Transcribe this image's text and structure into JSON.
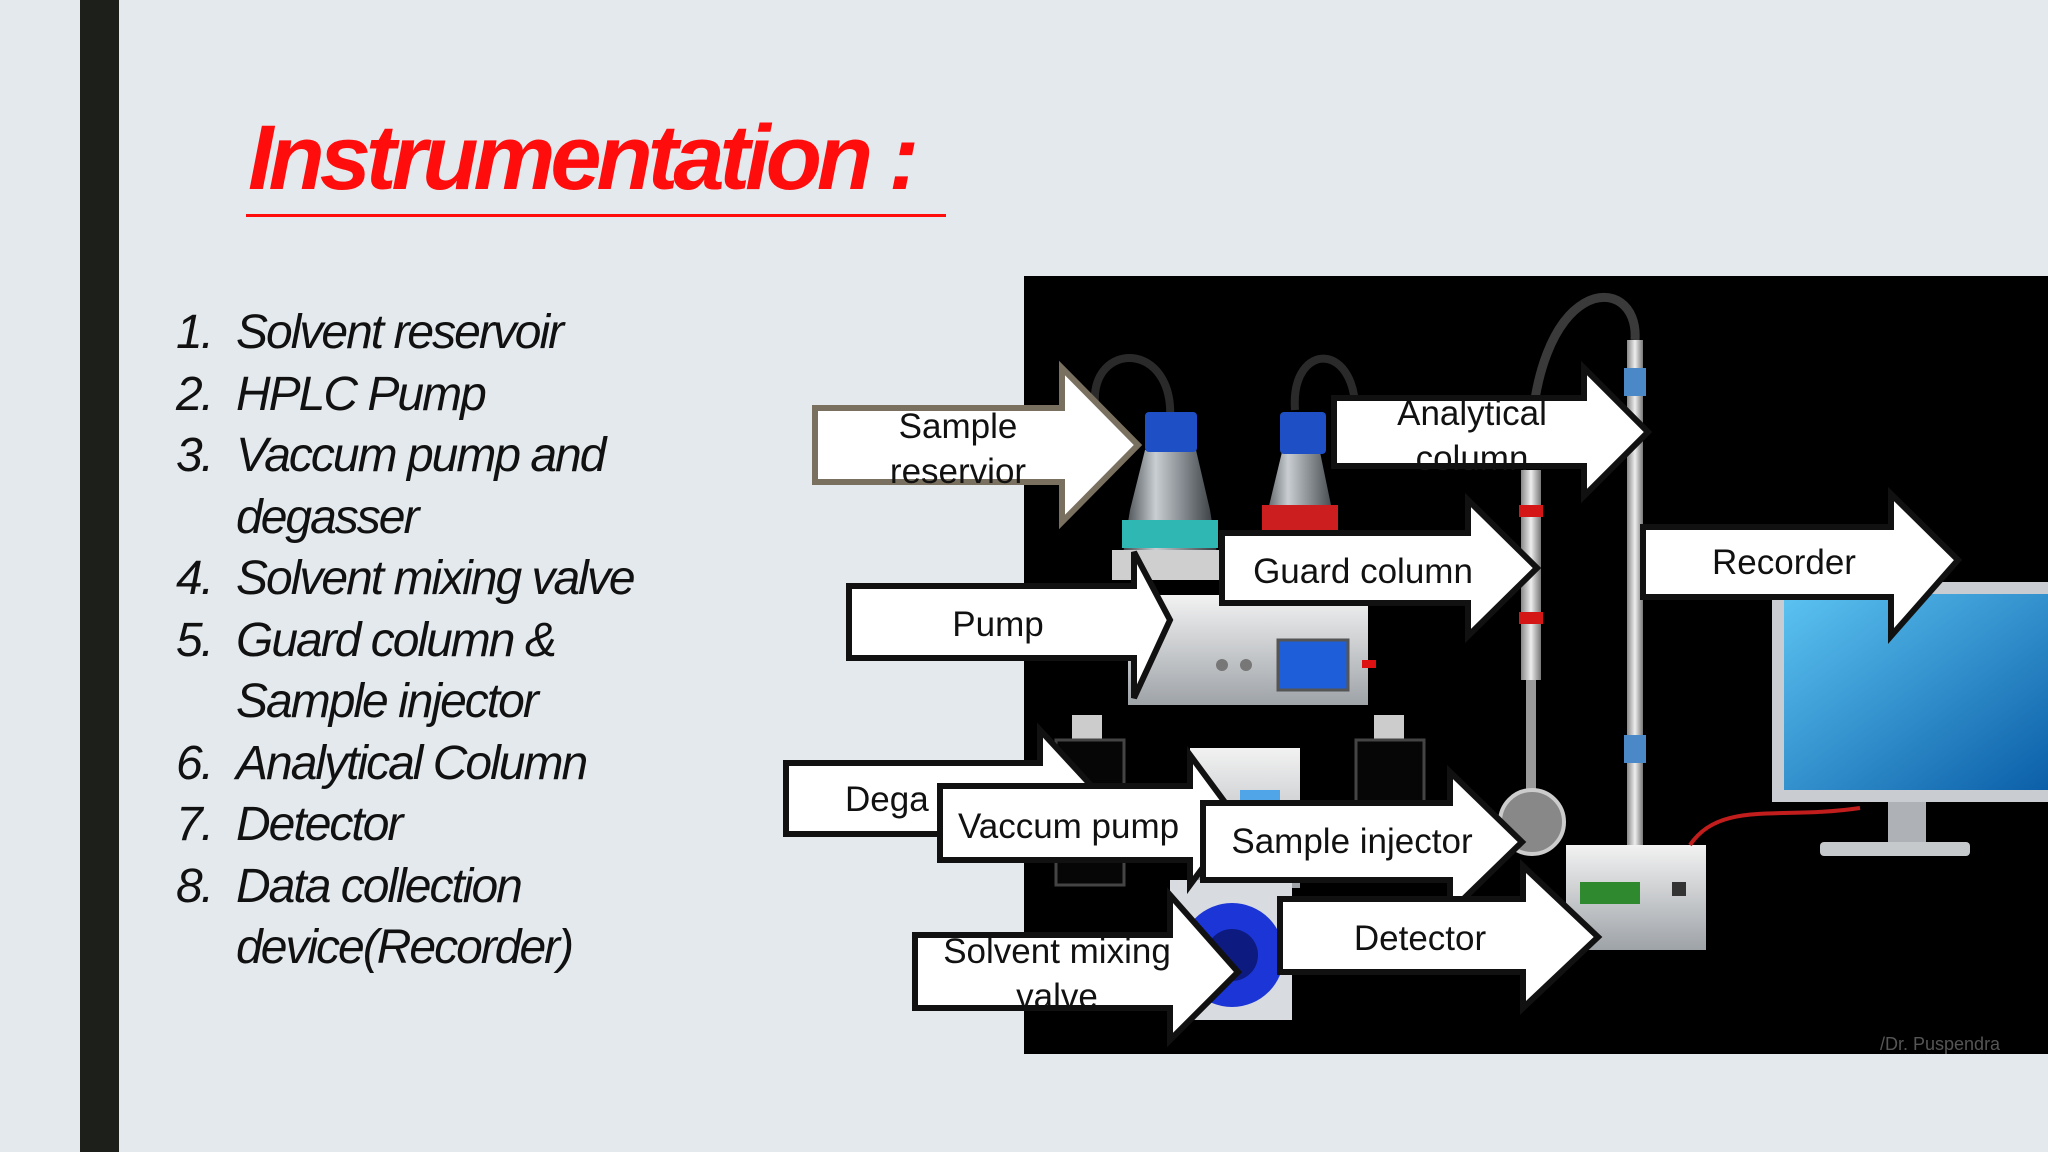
{
  "title": "Instrumentation :",
  "components": [
    {
      "number": "1.",
      "lines": [
        "Solvent reservoir"
      ]
    },
    {
      "number": "2.",
      "lines": [
        "HPLC Pump"
      ]
    },
    {
      "number": "3.",
      "lines": [
        "Vaccum pump and",
        "degasser"
      ]
    },
    {
      "number": "4.",
      "lines": [
        "Solvent mixing valve"
      ]
    },
    {
      "number": "5.",
      "lines": [
        "Guard column &",
        "Sample injector"
      ]
    },
    {
      "number": "6.",
      "lines": [
        "Analytical Column"
      ]
    },
    {
      "number": "7.",
      "lines": [
        "Detector"
      ]
    },
    {
      "number": "8.",
      "lines": [
        "Data collection",
        "device(Recorder)"
      ]
    }
  ],
  "diagram": {
    "labels": {
      "sample_reservior": [
        "Sample",
        "reservior"
      ],
      "analytical_column": [
        "Analytical",
        "column"
      ],
      "guard_column": [
        "Guard column"
      ],
      "recorder": [
        "Recorder"
      ],
      "pump": [
        "Pump"
      ],
      "degasser": [
        "Dega"
      ],
      "vaccum_pump": [
        "Vaccum pump"
      ],
      "sample_injector": [
        "Sample injector"
      ],
      "detector": [
        "Detector"
      ],
      "solvent_mixing_valve": [
        "Solvent mixing",
        "valve"
      ]
    },
    "watermark": "/Dr. Puspendra"
  },
  "colors": {
    "title": "#ff0d0d",
    "background": "#e3e9ed",
    "left_bar": "#1c1f1a",
    "photo_background": "#000000"
  }
}
